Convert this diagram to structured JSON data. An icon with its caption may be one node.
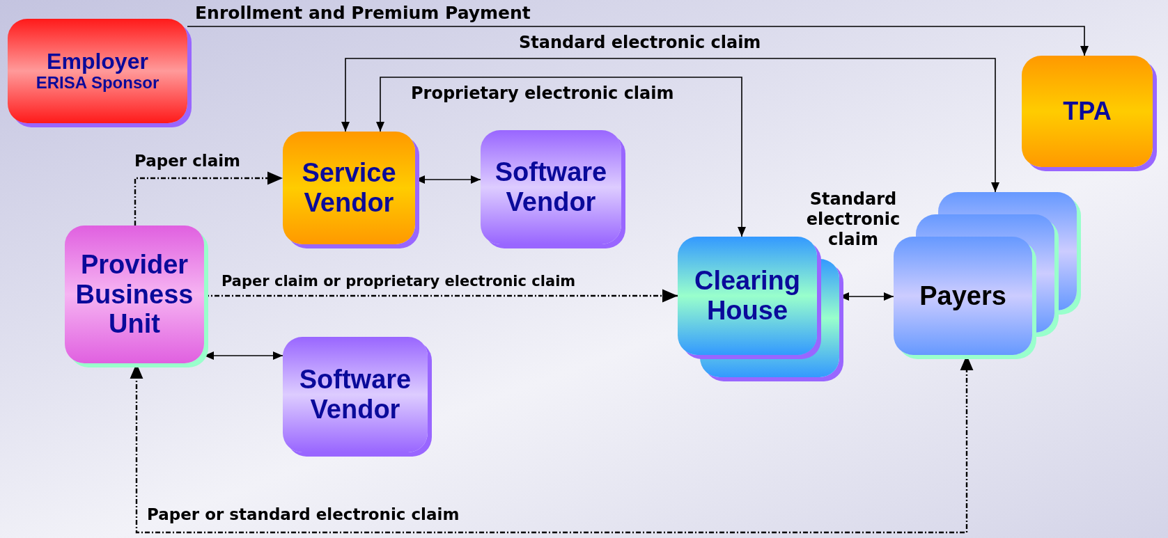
{
  "diagram": {
    "nodes": [
      {
        "text": [
          "Employer",
          "ERISA Sponsor"
        ]
      },
      {
        "text": [
          "TPA"
        ]
      },
      {
        "text": [
          "Service Vendor"
        ]
      },
      {
        "text": [
          "Software Vendor"
        ]
      },
      {
        "text": [
          "Provider Business Unit"
        ]
      },
      {
        "text": [
          "Clearing House"
        ]
      },
      {
        "text": [
          "Payers"
        ]
      },
      {
        "text": [
          "Software Vendor"
        ]
      }
    ],
    "edges": [
      {
        "from": 0,
        "to": 1,
        "arrow": "to",
        "label": "Enrollment and Premium Payment"
      },
      {
        "from": 2,
        "to": 6,
        "arrow": "both",
        "label": "Standard electronic claim"
      },
      {
        "from": 2,
        "to": 5,
        "arrow": "both",
        "label": "Proprietary electronic claim"
      },
      {
        "from": 4,
        "to": 2,
        "arrow": "to",
        "label": "Paper claim",
        "style": "dashed"
      },
      {
        "from": 2,
        "to": 3,
        "arrow": "both"
      },
      {
        "from": 4,
        "to": 5,
        "arrow": "to",
        "label": "Paper claim or proprietary electronic claim",
        "style": "dashed"
      },
      {
        "from": 5,
        "to": 6,
        "arrow": "both",
        "label": "Standard electronic claim"
      },
      {
        "from": 4,
        "to": 7,
        "arrow": "both"
      },
      {
        "from": 4,
        "to": 6,
        "arrow": "both",
        "label": "Paper or standard electronic claim",
        "style": "dashed"
      }
    ]
  }
}
